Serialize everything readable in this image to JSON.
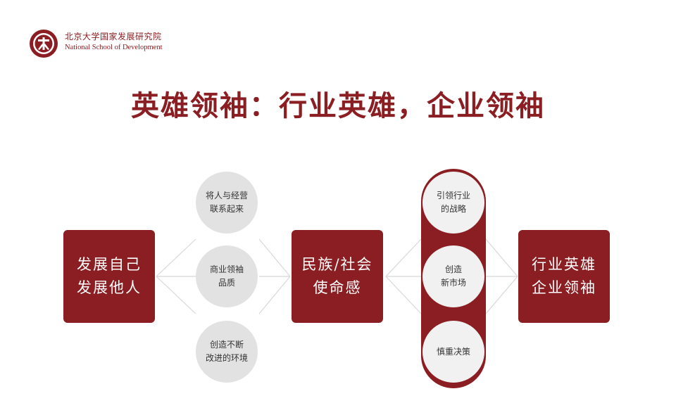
{
  "header": {
    "logo_cn": "北京大学国家发展研究院",
    "logo_en": "National School of Development"
  },
  "title": "英雄领袖：行业英雄，企业领袖",
  "diagram": {
    "left_box": [
      "发展自己",
      "发展他人"
    ],
    "left_circles": [
      [
        "将人与经营",
        "联系起来"
      ],
      [
        "商业领袖",
        "品质"
      ],
      [
        "创造不断",
        "改进的环境"
      ]
    ],
    "middle_box": [
      "民族/社会",
      "使命感"
    ],
    "right_circles": [
      [
        "引领行业",
        "的战略"
      ],
      [
        "创造",
        "新市场"
      ],
      [
        "慎重决策"
      ]
    ],
    "right_box": [
      "行业英雄",
      "企业领袖"
    ]
  },
  "colors": {
    "accent": "#8b1e22",
    "circle_fill": "#e2e2e2",
    "line": "#d8d8d8"
  }
}
